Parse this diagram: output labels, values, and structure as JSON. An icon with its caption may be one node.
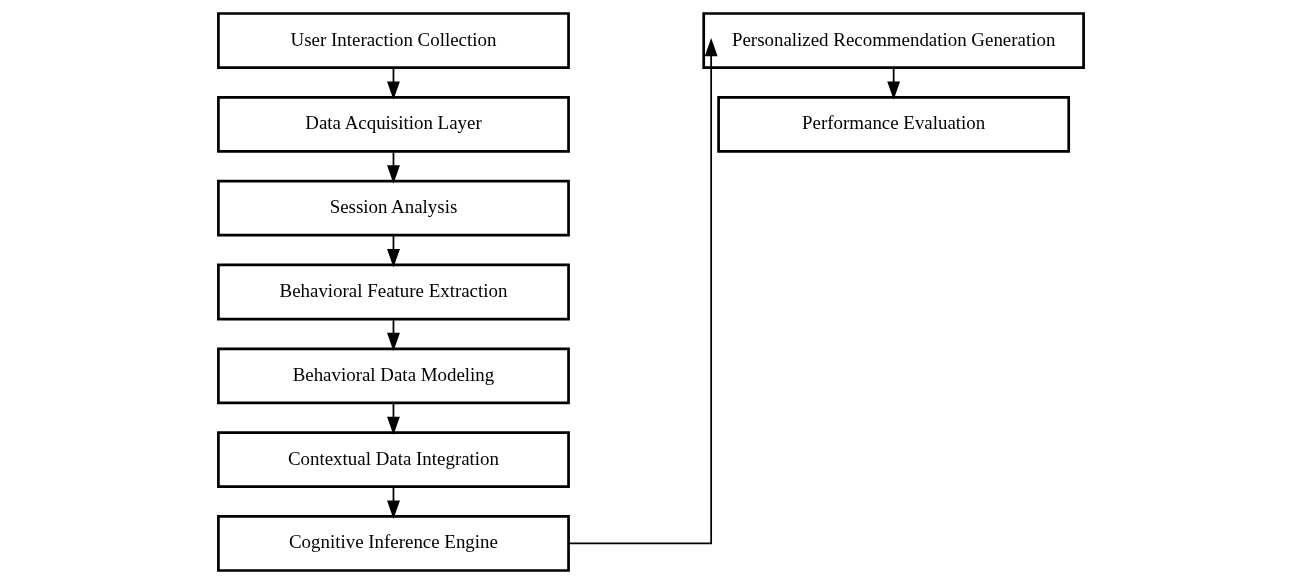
{
  "diagram": {
    "nodes": [
      {
        "text": [
          "User Interaction Collection"
        ]
      },
      {
        "text": [
          "Data Acquisition Layer"
        ]
      },
      {
        "text": [
          "Session Analysis"
        ]
      },
      {
        "text": [
          "Behavioral Feature Extraction"
        ]
      },
      {
        "text": [
          "Behavioral Data Modeling"
        ]
      },
      {
        "text": [
          "Contextual Data Integration"
        ]
      },
      {
        "text": [
          "Cognitive Inference Engine"
        ]
      },
      {
        "text": [
          "Personalized Recommendation Generation"
        ]
      },
      {
        "text": [
          "Performance Evaluation"
        ]
      }
    ],
    "edges": [
      {
        "from": 0,
        "to": 1,
        "arrow": "to"
      },
      {
        "from": 1,
        "to": 2,
        "arrow": "to"
      },
      {
        "from": 2,
        "to": 3,
        "arrow": "to"
      },
      {
        "from": 3,
        "to": 4,
        "arrow": "to"
      },
      {
        "from": 4,
        "to": 5,
        "arrow": "to"
      },
      {
        "from": 5,
        "to": 6,
        "arrow": "to"
      },
      {
        "from": 6,
        "to": 7,
        "arrow": "to"
      },
      {
        "from": 7,
        "to": 8,
        "arrow": "to"
      }
    ]
  }
}
